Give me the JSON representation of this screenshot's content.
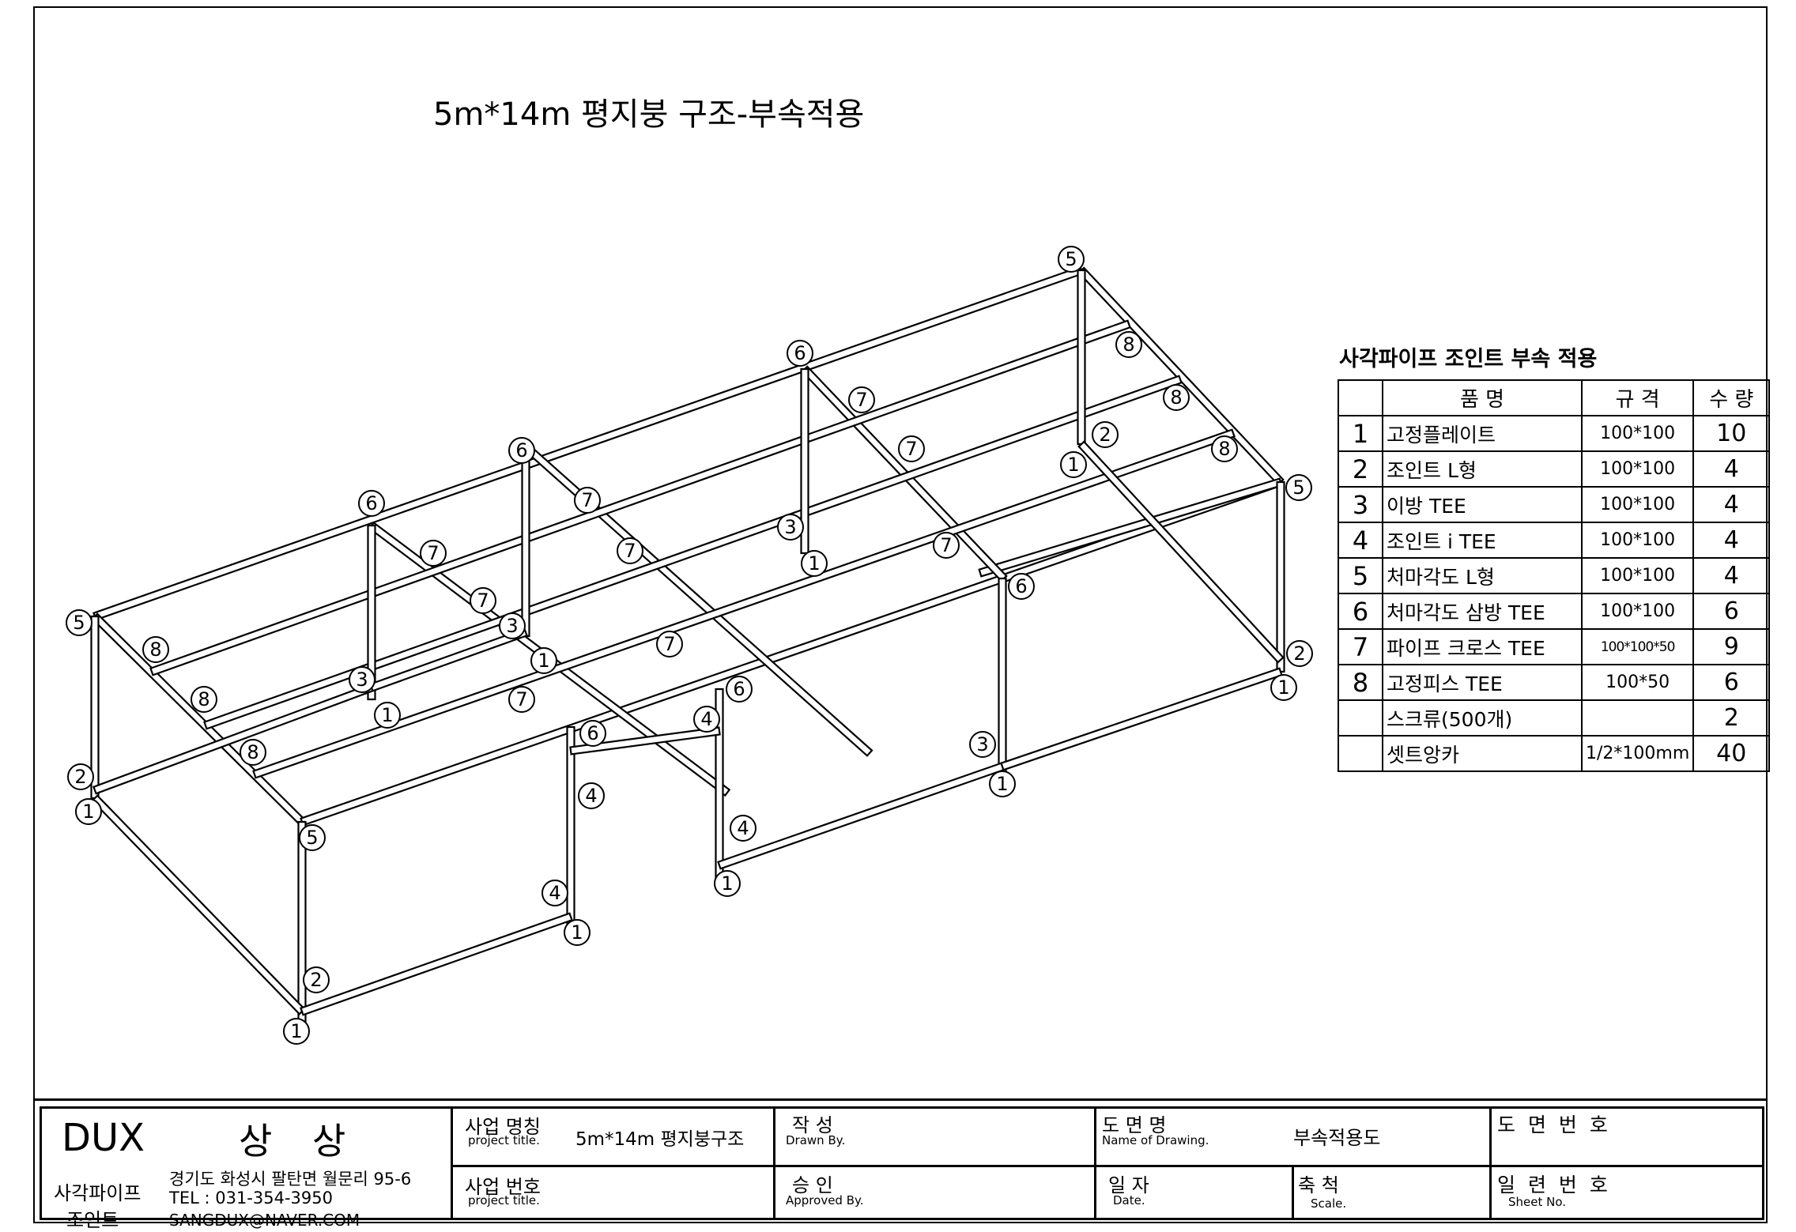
{
  "drawing": {
    "title": "5m*14m 평지붕 구조-부속적용",
    "callouts": [
      "1",
      "2",
      "3",
      "4",
      "5",
      "6",
      "7",
      "8"
    ]
  },
  "parts_table": {
    "title": "사각파이프 조인트 부속 적용",
    "headers": {
      "name": "품         명",
      "spec": "규    격",
      "qty": "수   량"
    },
    "rows": [
      {
        "no": "1",
        "name": "고정플레이트",
        "spec": "100*100",
        "qty": "10"
      },
      {
        "no": "2",
        "name": "조인트 L형",
        "spec": "100*100",
        "qty": "4"
      },
      {
        "no": "3",
        "name": "이방 TEE",
        "spec": "100*100",
        "qty": "4"
      },
      {
        "no": "4",
        "name": "조인트 i TEE",
        "spec": "100*100",
        "qty": "4"
      },
      {
        "no": "5",
        "name": "처마각도 L형",
        "spec": "100*100",
        "qty": "4"
      },
      {
        "no": "6",
        "name": "처마각도 삼방 TEE",
        "spec": "100*100",
        "qty": "6"
      },
      {
        "no": "7",
        "name": "파이프 크로스 TEE",
        "spec": "100*100*50",
        "qty": "9"
      },
      {
        "no": "8",
        "name": "고정피스 TEE",
        "spec": "100*50",
        "qty": "6"
      },
      {
        "no": "",
        "name": "스크류(500개)",
        "spec": "",
        "qty": "2"
      },
      {
        "no": "",
        "name": "셋트앙카",
        "spec": "1/2*100mm",
        "qty": "40"
      }
    ]
  },
  "title_block": {
    "company": "DUX",
    "company_kr": "상 상",
    "product_line": "사각파이프",
    "product_line2": "조인트",
    "address": "경기도 화성시 팔탄면 월문리 95-6",
    "tel": "TEL : 031-354-3950",
    "email": "SANGDUX@NAVER.COM",
    "project_name_label": "사업 명칭",
    "project_name_sub": "project title.",
    "project_name_value": "5m*14m 평지붕구조",
    "project_no_label": "사업 번호",
    "project_no_sub": "project title.",
    "drawn_label": "작    성",
    "drawn_sub": "Drawn By.",
    "approved_label": "승    인",
    "approved_sub": "Approved By.",
    "drawing_name_label": "도  면  명",
    "drawing_name_sub": "Name of Drawing.",
    "drawing_name_value": "부속적용도",
    "date_label": "일    자",
    "date_sub": "Date.",
    "scale_label": "축    척",
    "scale_sub": "Scale.",
    "drawing_no_label": "도 면 번 호",
    "sheet_no_label": "일 련 번 호",
    "sheet_no_sub": "Sheet No."
  }
}
